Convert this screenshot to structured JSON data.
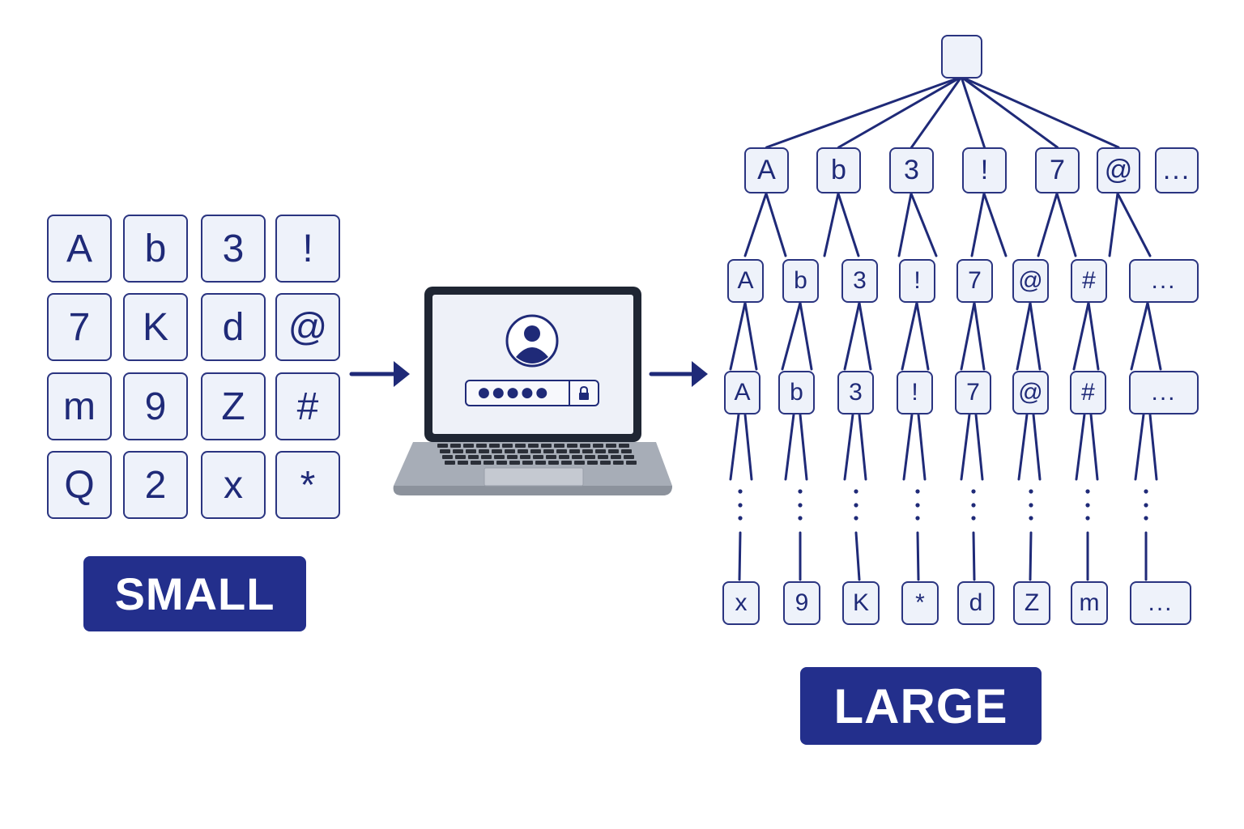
{
  "small": {
    "label": "SMALL",
    "keys": [
      "A",
      "b",
      "3",
      "!",
      "7",
      "K",
      "d",
      "@",
      "m",
      "9",
      "Z",
      "#",
      "Q",
      "2",
      "x",
      "*"
    ]
  },
  "large": {
    "label": "LARGE",
    "level1": [
      "A",
      "b",
      "3",
      "!",
      "7",
      "@",
      "..."
    ],
    "level2": [
      "A",
      "b",
      "3",
      "!",
      "7",
      "@",
      "#",
      "..."
    ],
    "level3": [
      "A",
      "b",
      "3",
      "!",
      "7",
      "@",
      "#",
      "..."
    ],
    "leaves": [
      "x",
      "9",
      "K",
      "*",
      "d",
      "Z",
      "m",
      "..."
    ]
  },
  "login": {
    "password_mask": "●●●●●"
  },
  "colors": {
    "navy": "#232f8c",
    "box_fill": "#eef2fa",
    "stroke": "#2a3480"
  }
}
